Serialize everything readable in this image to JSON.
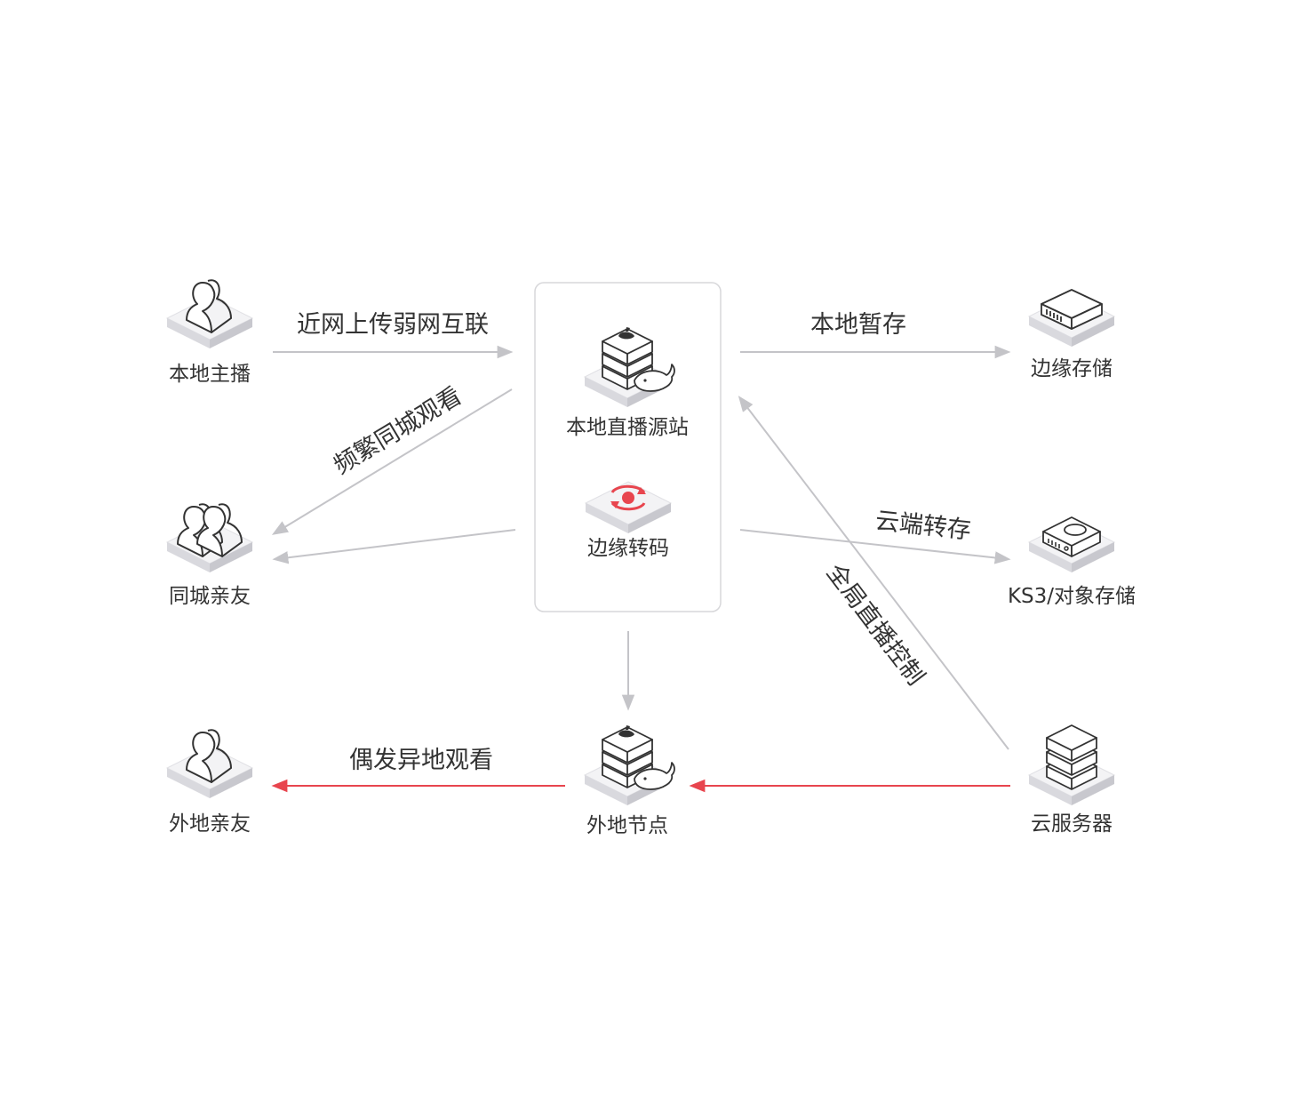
{
  "nodes": {
    "local_streamer": "本地主播",
    "same_city_friends": "同城亲友",
    "remote_friends": "外地亲友",
    "local_origin": "本地直播源站",
    "edge_transcode": "边缘转码",
    "remote_node": "外地节点",
    "edge_storage": "边缘存储",
    "ks3_storage": "KS3/对象存储",
    "cloud_server": "云服务器"
  },
  "edges": {
    "upload": "近网上传弱网互联",
    "frequent_local": "频繁同城观看",
    "local_temp": "本地暂存",
    "cloud_transfer": "云端转存",
    "global_control": "全局直播控制",
    "occasional_remote": "偶发异地观看"
  },
  "icons": {
    "local_streamer": "user-icon",
    "same_city_friends": "users-icon",
    "remote_friends": "user-icon",
    "local_origin": "server-stack-icon",
    "edge_transcode": "transcode-icon",
    "remote_node": "server-stack-icon",
    "edge_storage": "storage-box-icon",
    "ks3_storage": "disk-drive-icon",
    "cloud_server": "server-stack-icon"
  },
  "colors": {
    "gray_arrow": "#c4c4c8",
    "red_arrow": "#e8454e",
    "accent_red": "#e8454e"
  }
}
